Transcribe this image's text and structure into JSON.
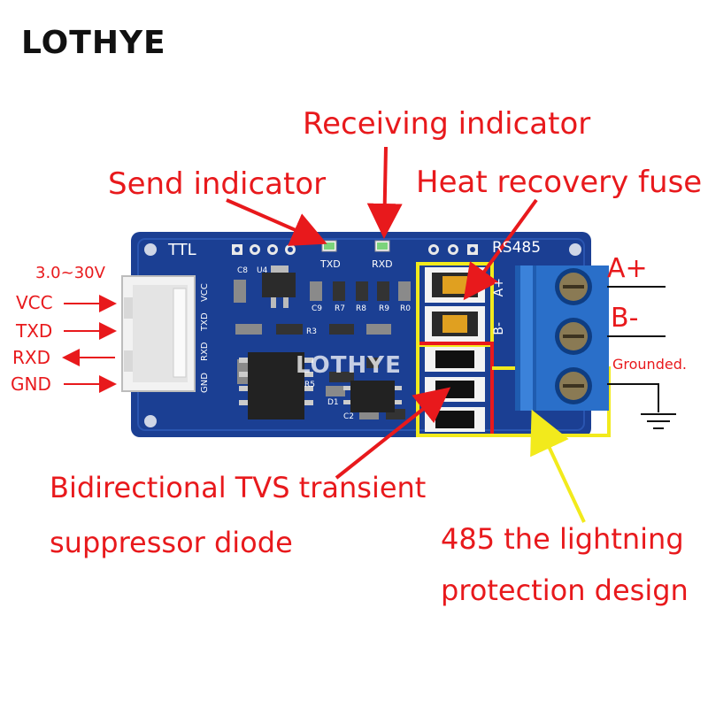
{
  "brand": "LOTHYE",
  "watermark": "LOTHYE",
  "labels": {
    "receiving_indicator": "Receiving indicator",
    "send_indicator": "Send indicator",
    "heat_recovery_fuse": "Heat recovery fuse",
    "tvs_line1": "Bidirectional TVS transient",
    "tvs_line2": "suppressor diode",
    "lightning_line1": "485 the lightning",
    "lightning_line2": "protection design",
    "grounded": "Grounded.",
    "a_plus": "A+",
    "b_minus": "B-"
  },
  "pins": {
    "voltage": "3.0~30V",
    "vcc": "VCC",
    "txd": "TXD",
    "rxd": "RXD",
    "gnd": "GND"
  },
  "board": {
    "ttl": "TTL",
    "rs485": "RS485",
    "txd": "TXD",
    "rxd": "RXD",
    "header_gnd": "GND",
    "header_rxd": "RXD",
    "header_txd": "TXD",
    "header_vcc": "VCC",
    "terminal_a": "A+",
    "terminal_b": "B-",
    "c8": "C8",
    "u4": "U4",
    "c9": "C9",
    "r7": "R7",
    "r8": "R8",
    "r9": "R9",
    "r0": "R0",
    "r3": "R3",
    "r5": "R5",
    "d1": "D1",
    "c2": "C2"
  },
  "colors": {
    "annotation": "#e8191c",
    "pcb": "#1b3f93",
    "terminal": "#2a6fc9",
    "highlight_yellow": "#f2ea1c",
    "highlight_red": "#e8191c"
  }
}
